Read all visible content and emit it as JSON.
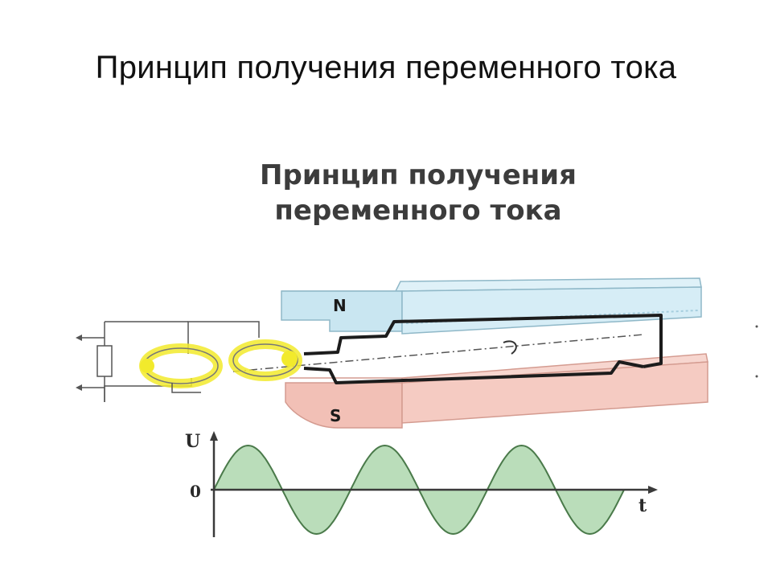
{
  "slide": {
    "title": "Принцип получения переменного тока"
  },
  "figure": {
    "title_line1": "Принцип получения",
    "title_line2": "переменного тока",
    "magnet_north_label": "N",
    "magnet_south_label": "S",
    "graph": {
      "y_axis_label": "U",
      "origin_label": "0",
      "x_axis_label": "t",
      "wave_fill_color": "#a9d4a9",
      "wave_line_color": "#4a7a4a"
    },
    "colors": {
      "north_magnet": "#c9e6f1",
      "south_magnet": "#f2c0b6",
      "slip_ring_glow": "#f2ea2c"
    }
  }
}
